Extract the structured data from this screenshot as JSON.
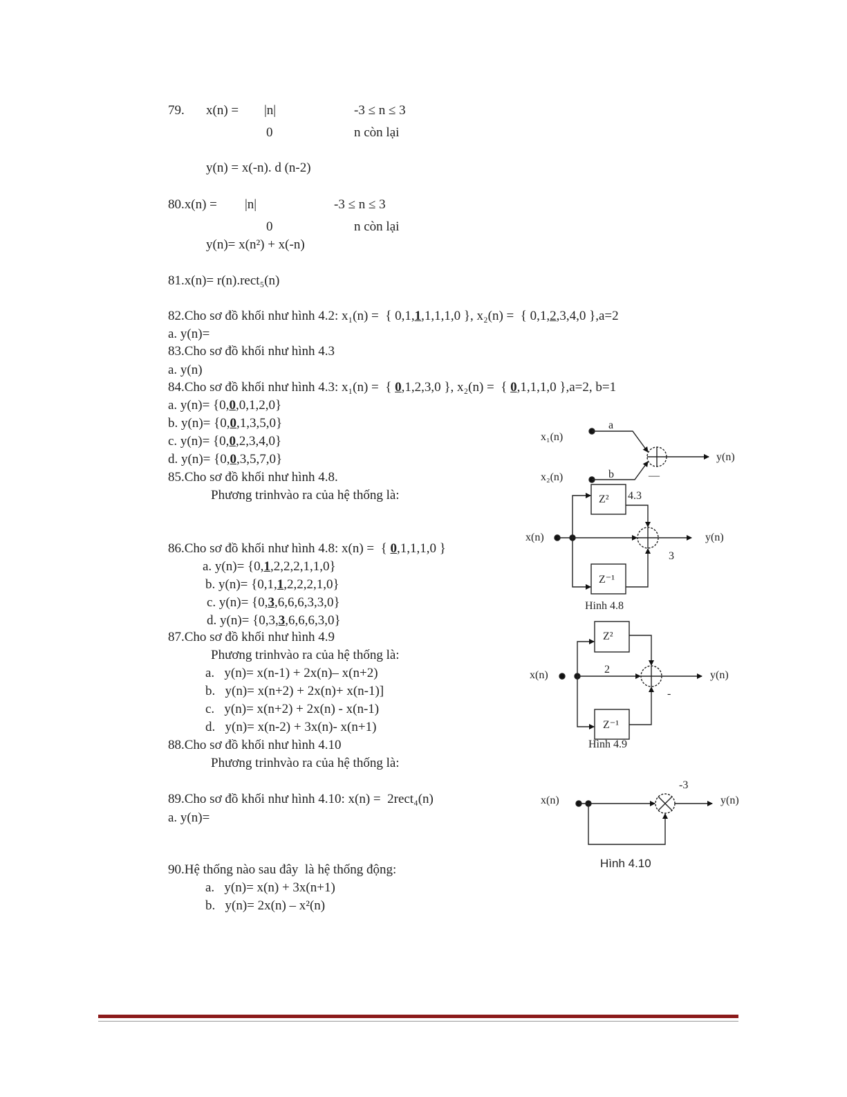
{
  "q79": {
    "num": "79.",
    "lhs": "x(n) =",
    "abs": "|n|",
    "cond1": "-3 ≤ n ≤ 3",
    "zero": "0",
    "cond2": "n còn lại",
    "y": "y(n) = x(-n). d (n-2)"
  },
  "q80": {
    "lhs": "80.x(n) =",
    "abs": "|n|",
    "cond1": "-3 ≤ n ≤ 3",
    "zero": "0",
    "cond2": "n còn lại",
    "y": "y(n)= x(n²) + x(-n)"
  },
  "q81": {
    "text": "81.x(n)= r(n).rect₅(n)"
  },
  "q82": {
    "pre": "82.Cho sơ đồ khối như hình 4.2: x₁(n) =  { 0,1,",
    "u1": "1",
    "mid": ",1,1,1,0 }, x₂(n) =  { 0,1,",
    "u2": "2",
    "post": ",3,4,0 },a=2",
    "a": "a. y(n)="
  },
  "q83": {
    "text": "83.Cho sơ đồ khối như hình 4.3",
    "a": "a. y(n)"
  },
  "q84": {
    "pre": "84.Cho sơ đồ khối như hình 4.3: x₁(n) =  { ",
    "u1": "0",
    "mid": ",1,2,3,0 }, x₂(n) =  { ",
    "u2": "0",
    "post": ",1,1,1,0 },a=2, b=1",
    "options": [
      {
        "pre": "a. y(n)= {0,",
        "u": "0",
        "post": ",0,1,2,0}"
      },
      {
        "pre": "b. y(n)= {0,",
        "u": "0",
        "post": ",1,3,5,0}"
      },
      {
        "pre": "c. y(n)= {0,",
        "u": "0",
        "post": ",2,3,4,0}"
      },
      {
        "pre": "d. y(n)= {0,",
        "u": "0",
        "post": ",3,5,7,0}"
      }
    ]
  },
  "q85": {
    "text": "85.Cho sơ đồ khối như hình 4.8.",
    "sub": "Phương trinhvào ra của hệ thống là:"
  },
  "q86": {
    "pre": "86.Cho sơ đồ khối như hình 4.8: x(n) =  { ",
    "u": "0",
    "post": ",1,1,1,0 }",
    "options": [
      {
        "pre": "a. y(n)= {0,",
        "u": "1",
        "post": ",2,2,2,1,1,0}"
      },
      {
        "pre": "b. y(n)= {0,1,",
        "u": "1",
        "post": ",2,2,2,1,0}"
      },
      {
        "pre": "c. y(n)= {0,",
        "u": "3",
        "post": ",6,6,6,3,3,0}"
      },
      {
        "pre": "d. y(n)= {0,3,",
        "u": "3",
        "post": ",6,6,6,3,0}"
      }
    ]
  },
  "q87": {
    "text": "87.Cho sơ đồ khối như hình 4.9",
    "sub": "Phương trinhvào ra của hệ thống là:",
    "options": [
      "a.   y(n)= x(n-1) + 2x(n)– x(n+2)",
      "b.   y(n)= x(n+2) + 2x(n)+ x(n-1)]",
      "c.   y(n)= x(n+2) + 2x(n) - x(n-1)",
      "d.   y(n)= x(n-2) + 3x(n)- x(n+1)"
    ]
  },
  "q88": {
    "text": "88.Cho sơ đồ khối như hình 4.10",
    "sub": "Phương trinhvào ra của hệ thống là:"
  },
  "q89": {
    "text": "89.Cho sơ đồ khối như hình 4.10: x(n) =  2rect₄(n)",
    "a": "a. y(n)="
  },
  "q90": {
    "text": "90.Hệ thống nào sau đây  là hệ thống động:",
    "options": [
      "a.   y(n)= x(n) + 3x(n+1)",
      "b.   y(n)= 2x(n) – x²(n)"
    ]
  },
  "fig43": {
    "x1": "x₁(n)",
    "x2": "x₂(n)",
    "a": "a",
    "b": "b",
    "minus": "—",
    "y": "y(n)"
  },
  "fig48": {
    "z2": "Z²",
    "z1": "Z⁻¹",
    "note": "4.3",
    "x": "x(n)",
    "y": "y(n)",
    "gain": "3",
    "caption": "Hinh 4.8"
  },
  "fig49": {
    "z2": "Z²",
    "z1": "Z⁻¹",
    "x": "x(n)",
    "y": "y(n)",
    "gain": "2",
    "minus": "-",
    "caption": "Hình 4.9"
  },
  "fig410": {
    "x": "x(n)",
    "y": "y(n)",
    "gain": "-3",
    "caption": "Hình 4.10"
  },
  "colors": {
    "footer": "#8b1a1a"
  }
}
